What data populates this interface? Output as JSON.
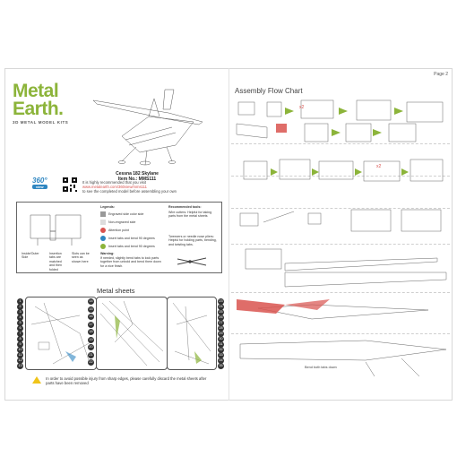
{
  "brand": {
    "name_line1": "Metal",
    "name_line2": "Earth.",
    "tagline": "3D METAL MODEL KITS",
    "color": "#8cb43a"
  },
  "model": {
    "name": "Cessna 182 Skylane",
    "item_no": "Item No.: MMS111"
  },
  "view360": {
    "label": "360°",
    "sub": "view",
    "color": "#2e86c1"
  },
  "visit_note": {
    "line1": "It is highly recommended that you visit",
    "link": "www.metalearth.com/360view/mms111",
    "line2": "to see the completed model before assembling your own"
  },
  "tools_panel": {
    "tab_side": "Inside/Outer Side",
    "tab_mid": "Insertion tabs are matched and then folded",
    "tab_right": "Slots can be seen as shown here"
  },
  "legends": {
    "title": "Legends:",
    "items": [
      "Engraved side color side",
      "Non-engraved side",
      "Attention point",
      "Insert tabs and bend 90 degrees",
      "Insert tabs and bend 90 degrees"
    ]
  },
  "recommended_tools": {
    "title": "Recommended tools:",
    "tool1": "Wire cutters: Helpful for taking parts from the metal sheets",
    "tool2": "Tweezers or needle nose pliers: Helpful for holding parts, bending, and twisting tabs.",
    "tool3_title": "Warning:",
    "tool3": "If needed, slightly bend tabs to lock parts together from unbold and bend them down for a nice finish."
  },
  "metal_sheets": {
    "title": "Metal sheets",
    "left_numbers": [
      "1",
      "2",
      "3",
      "4",
      "5",
      "6",
      "7",
      "8",
      "9",
      "10",
      "11",
      "12",
      "13"
    ],
    "mid_numbers": [
      "14",
      "15",
      "16",
      "17",
      "18",
      "19",
      "20",
      "21",
      "22"
    ],
    "right_numbers": [
      "23",
      "24",
      "25",
      "26",
      "27",
      "28",
      "29",
      "30",
      "31",
      "32",
      "33",
      "34",
      "35"
    ]
  },
  "warning": {
    "text": "In order to avoid possible injury from sharp edges, please carefully discard the metal sheets after parts have been removed"
  },
  "page": {
    "label": "Page 2"
  },
  "flow": {
    "title": "Assembly Flow Chart",
    "multiplier": "x2",
    "bend_note": "Bend both tabs down"
  }
}
